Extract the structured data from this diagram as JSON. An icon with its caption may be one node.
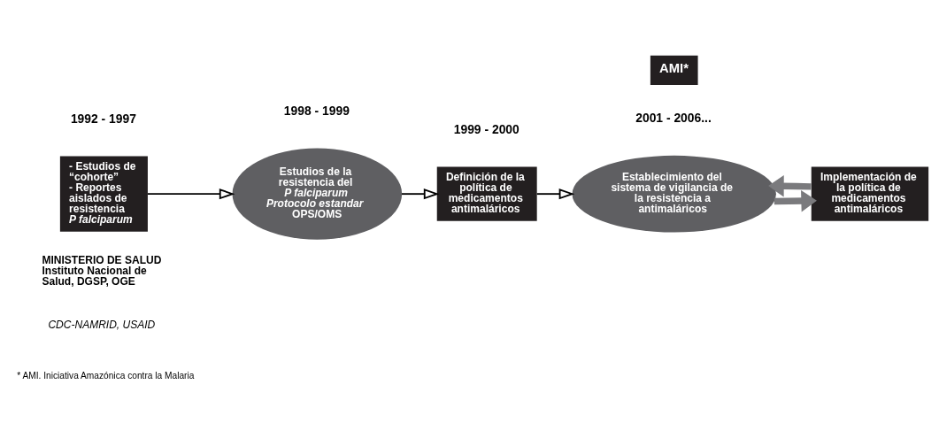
{
  "diagram": {
    "nodes": [
      {
        "text": [
          "- Estudios de “cohorte”",
          "- Reportes aislados de resistencia",
          "P falciparum"
        ]
      },
      {
        "text": [
          "Estudios de la resistencia del",
          "P falciparum Protocolo estandar",
          "OPS/OMS"
        ]
      },
      {
        "text": [
          "Definición de la política de medicamentos antimaláricos"
        ]
      },
      {
        "text": [
          "AMI*"
        ]
      },
      {
        "text": [
          "Establecimiento del sistema de vigilancia de la resistencia a antimaláricos"
        ]
      },
      {
        "text": [
          "Implementación de la política de medicamentos antimaláricos"
        ]
      }
    ],
    "edges": [
      {
        "from": 0,
        "to": 1,
        "arrow": "to"
      },
      {
        "from": 1,
        "to": 2,
        "arrow": "to"
      },
      {
        "from": 2,
        "to": 4,
        "arrow": "to"
      },
      {
        "from": 4,
        "to": 5,
        "arrow": "to",
        "style": "thick",
        "color": "#7a7a7d"
      },
      {
        "from": 5,
        "to": 4,
        "arrow": "to",
        "style": "thick",
        "color": "#7a7a7d"
      }
    ],
    "labels": [
      "1992 - 1997",
      "1998 - 1999",
      "1999 - 2000",
      "2001 - 2006...",
      "MINISTERIO DE SALUD Instituto Nacional de Salud, DGSP, OGE",
      "CDC-NAMRID, USAID",
      "* AMI. Iniciativa Amazónica contra la Malaria"
    ]
  }
}
